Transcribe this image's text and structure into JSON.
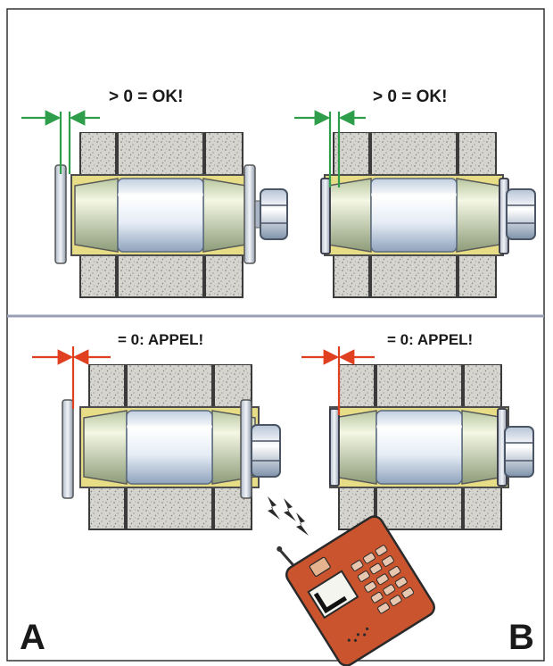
{
  "panels": {
    "top_left": {
      "caption": "> 0 = OK!",
      "indicator_color": "#2e9e4a"
    },
    "top_right": {
      "caption": "> 0 = OK!",
      "indicator_color": "#2e9e4a"
    },
    "bottom_left": {
      "caption": "= 0: APPEL!",
      "indicator_color": "#e0401f"
    },
    "bottom_right": {
      "caption": "= 0: APPEL!",
      "indicator_color": "#e0401f"
    }
  },
  "corner_labels": {
    "left": "A",
    "right": "B"
  },
  "colors": {
    "divider": "#9aa0b4",
    "sleeve": "#e6dd86",
    "steel": "#dfe8f3",
    "brick": "#d3d1cb",
    "phone": "#c9542e"
  },
  "icons": [
    "bearing-assembly",
    "bolt-nut",
    "phone-icon",
    "signal-icon"
  ]
}
